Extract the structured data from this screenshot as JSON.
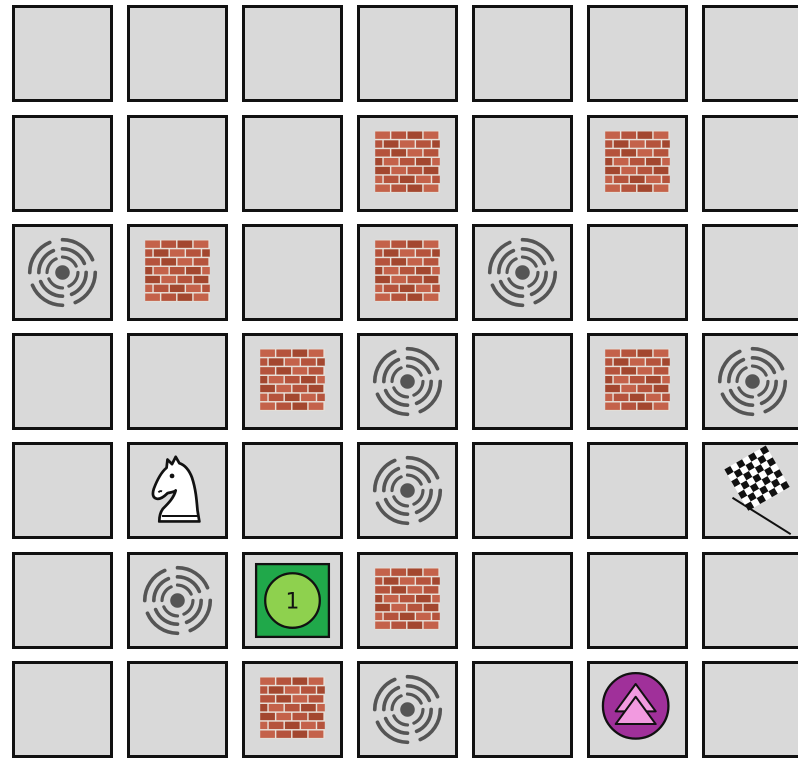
{
  "board": {
    "rows": 7,
    "cols": 7,
    "cells": [
      [
        "empty",
        "empty",
        "empty",
        "empty",
        "empty",
        "empty",
        "empty"
      ],
      [
        "empty",
        "empty",
        "empty",
        "brick-wall",
        "empty",
        "brick-wall",
        "empty"
      ],
      [
        "portal",
        "brick-wall",
        "empty",
        "brick-wall",
        "portal",
        "empty",
        "empty"
      ],
      [
        "empty",
        "empty",
        "brick-wall",
        "portal",
        "empty",
        "brick-wall",
        "portal"
      ],
      [
        "empty",
        "knight",
        "empty",
        "portal",
        "empty",
        "empty",
        "finish-flag"
      ],
      [
        "empty",
        "portal",
        "player-token",
        "brick-wall",
        "empty",
        "empty",
        "empty"
      ],
      [
        "empty",
        "empty",
        "brick-wall",
        "portal",
        "empty",
        "boost-token",
        "empty"
      ]
    ]
  },
  "player": {
    "label": "1",
    "tile_color": "#20a84a",
    "token_color": "#8ed14e"
  },
  "boost": {
    "color": "#a0309a",
    "arrow_color": "#f29ae0"
  },
  "colors": {
    "cell_background": "#d9d9d9",
    "cell_border": "#111111",
    "brick": "#b5533c",
    "mortar": "#e8e0d8",
    "portal": "#555555"
  }
}
